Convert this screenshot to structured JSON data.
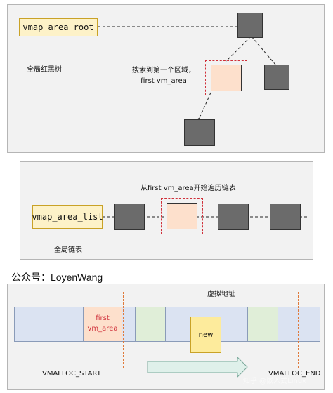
{
  "tree": {
    "root_label": "vmap_area_root",
    "caption": "全局红黑树",
    "search_note": "搜索到第一个区域，first vm_area"
  },
  "list": {
    "head_label": "vmap_area_list",
    "caption": "全局链表",
    "traverse_note": "从first vm_area开始遍历链表"
  },
  "account": "公众号：LoyenWang",
  "vspace": {
    "title": "虚拟地址",
    "first_area": "first\nvm_area",
    "new_area": "new",
    "start_label": "VMALLOC_START",
    "end_label": "VMALLOC_END"
  },
  "watermark": "知乎 @嵌入式Linux",
  "colors": {
    "node": "#6b6b6b",
    "highlight_node": "#fde0cc",
    "label_fill": "#fdf2c8",
    "panel": "#f2f2f2",
    "vspace_fill": "#dbe3f2",
    "free_fill": "#e0eed8",
    "new_fill": "#fdeb9c",
    "accent_red": "#d0303a",
    "boundary": "#e07a3a",
    "arrow": "#dff0ea"
  }
}
